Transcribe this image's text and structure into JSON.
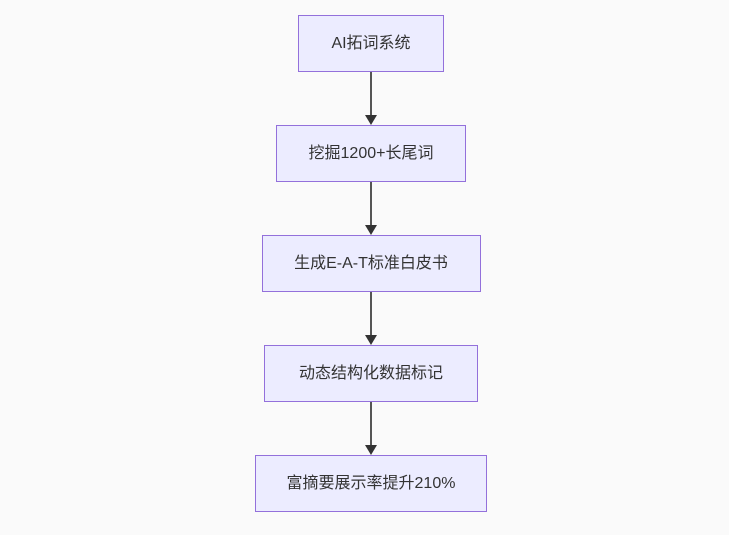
{
  "diagram": {
    "type": "flowchart",
    "direction": "top-down",
    "nodes": [
      {
        "id": "n1",
        "label": "AI拓词系统"
      },
      {
        "id": "n2",
        "label": "挖掘1200+长尾词"
      },
      {
        "id": "n3",
        "label": "生成E-A-T标准白皮书"
      },
      {
        "id": "n4",
        "label": "动态结构化数据标记"
      },
      {
        "id": "n5",
        "label": "富摘要展示率提升210%"
      }
    ],
    "edges": [
      {
        "from": "n1",
        "to": "n2",
        "arrow": "down"
      },
      {
        "from": "n2",
        "to": "n3",
        "arrow": "down"
      },
      {
        "from": "n3",
        "to": "n4",
        "arrow": "down"
      },
      {
        "from": "n4",
        "to": "n5",
        "arrow": "down"
      }
    ],
    "colors": {
      "background": "#fafafa",
      "node_fill": "#ECECFF",
      "node_border": "#9370DB",
      "node_text": "#333333",
      "edge_line": "#555555",
      "arrowhead": "#333333"
    }
  }
}
